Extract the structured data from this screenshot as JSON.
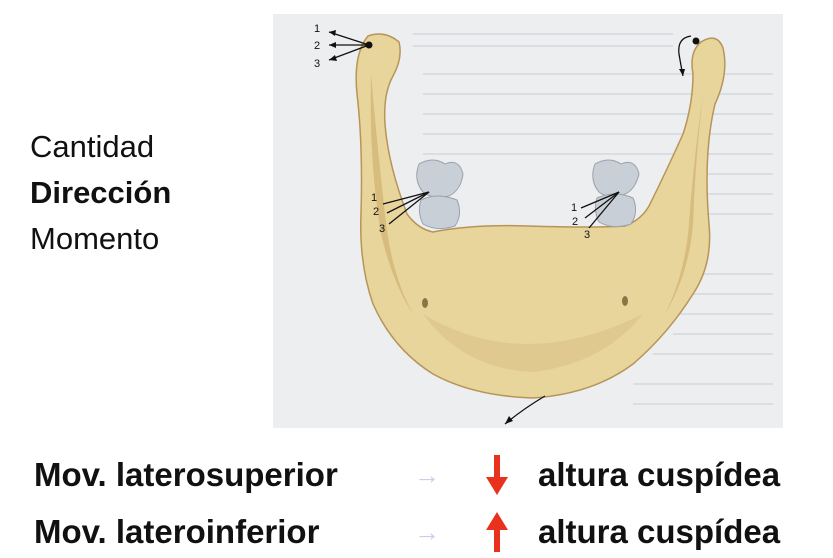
{
  "terms": [
    "Cantidad",
    "Dirección",
    "Momento"
  ],
  "figure": {
    "icon": "mandible-diagram",
    "labels_left_condyle": [
      "1",
      "2",
      "3"
    ],
    "labels_left_tooth": [
      "1",
      "2",
      "3"
    ],
    "labels_right_tooth": [
      "1",
      "2",
      "3"
    ]
  },
  "rows": [
    {
      "movement": "Mov. laterosuperior",
      "arrow": "arrow-right-icon",
      "direction": "down",
      "result": "altura cuspídea"
    },
    {
      "movement": "Mov. lateroinferior",
      "arrow": "arrow-right-icon",
      "direction": "up",
      "result": "altura cuspídea"
    }
  ],
  "colors": {
    "bone": "#e8d59c",
    "bone_shadow": "#c9a864",
    "tooth": "#c9cfd6",
    "paper": "#eceef0",
    "vertical_arrow": "#e8321e",
    "right_arrow": "#c9cdee"
  }
}
